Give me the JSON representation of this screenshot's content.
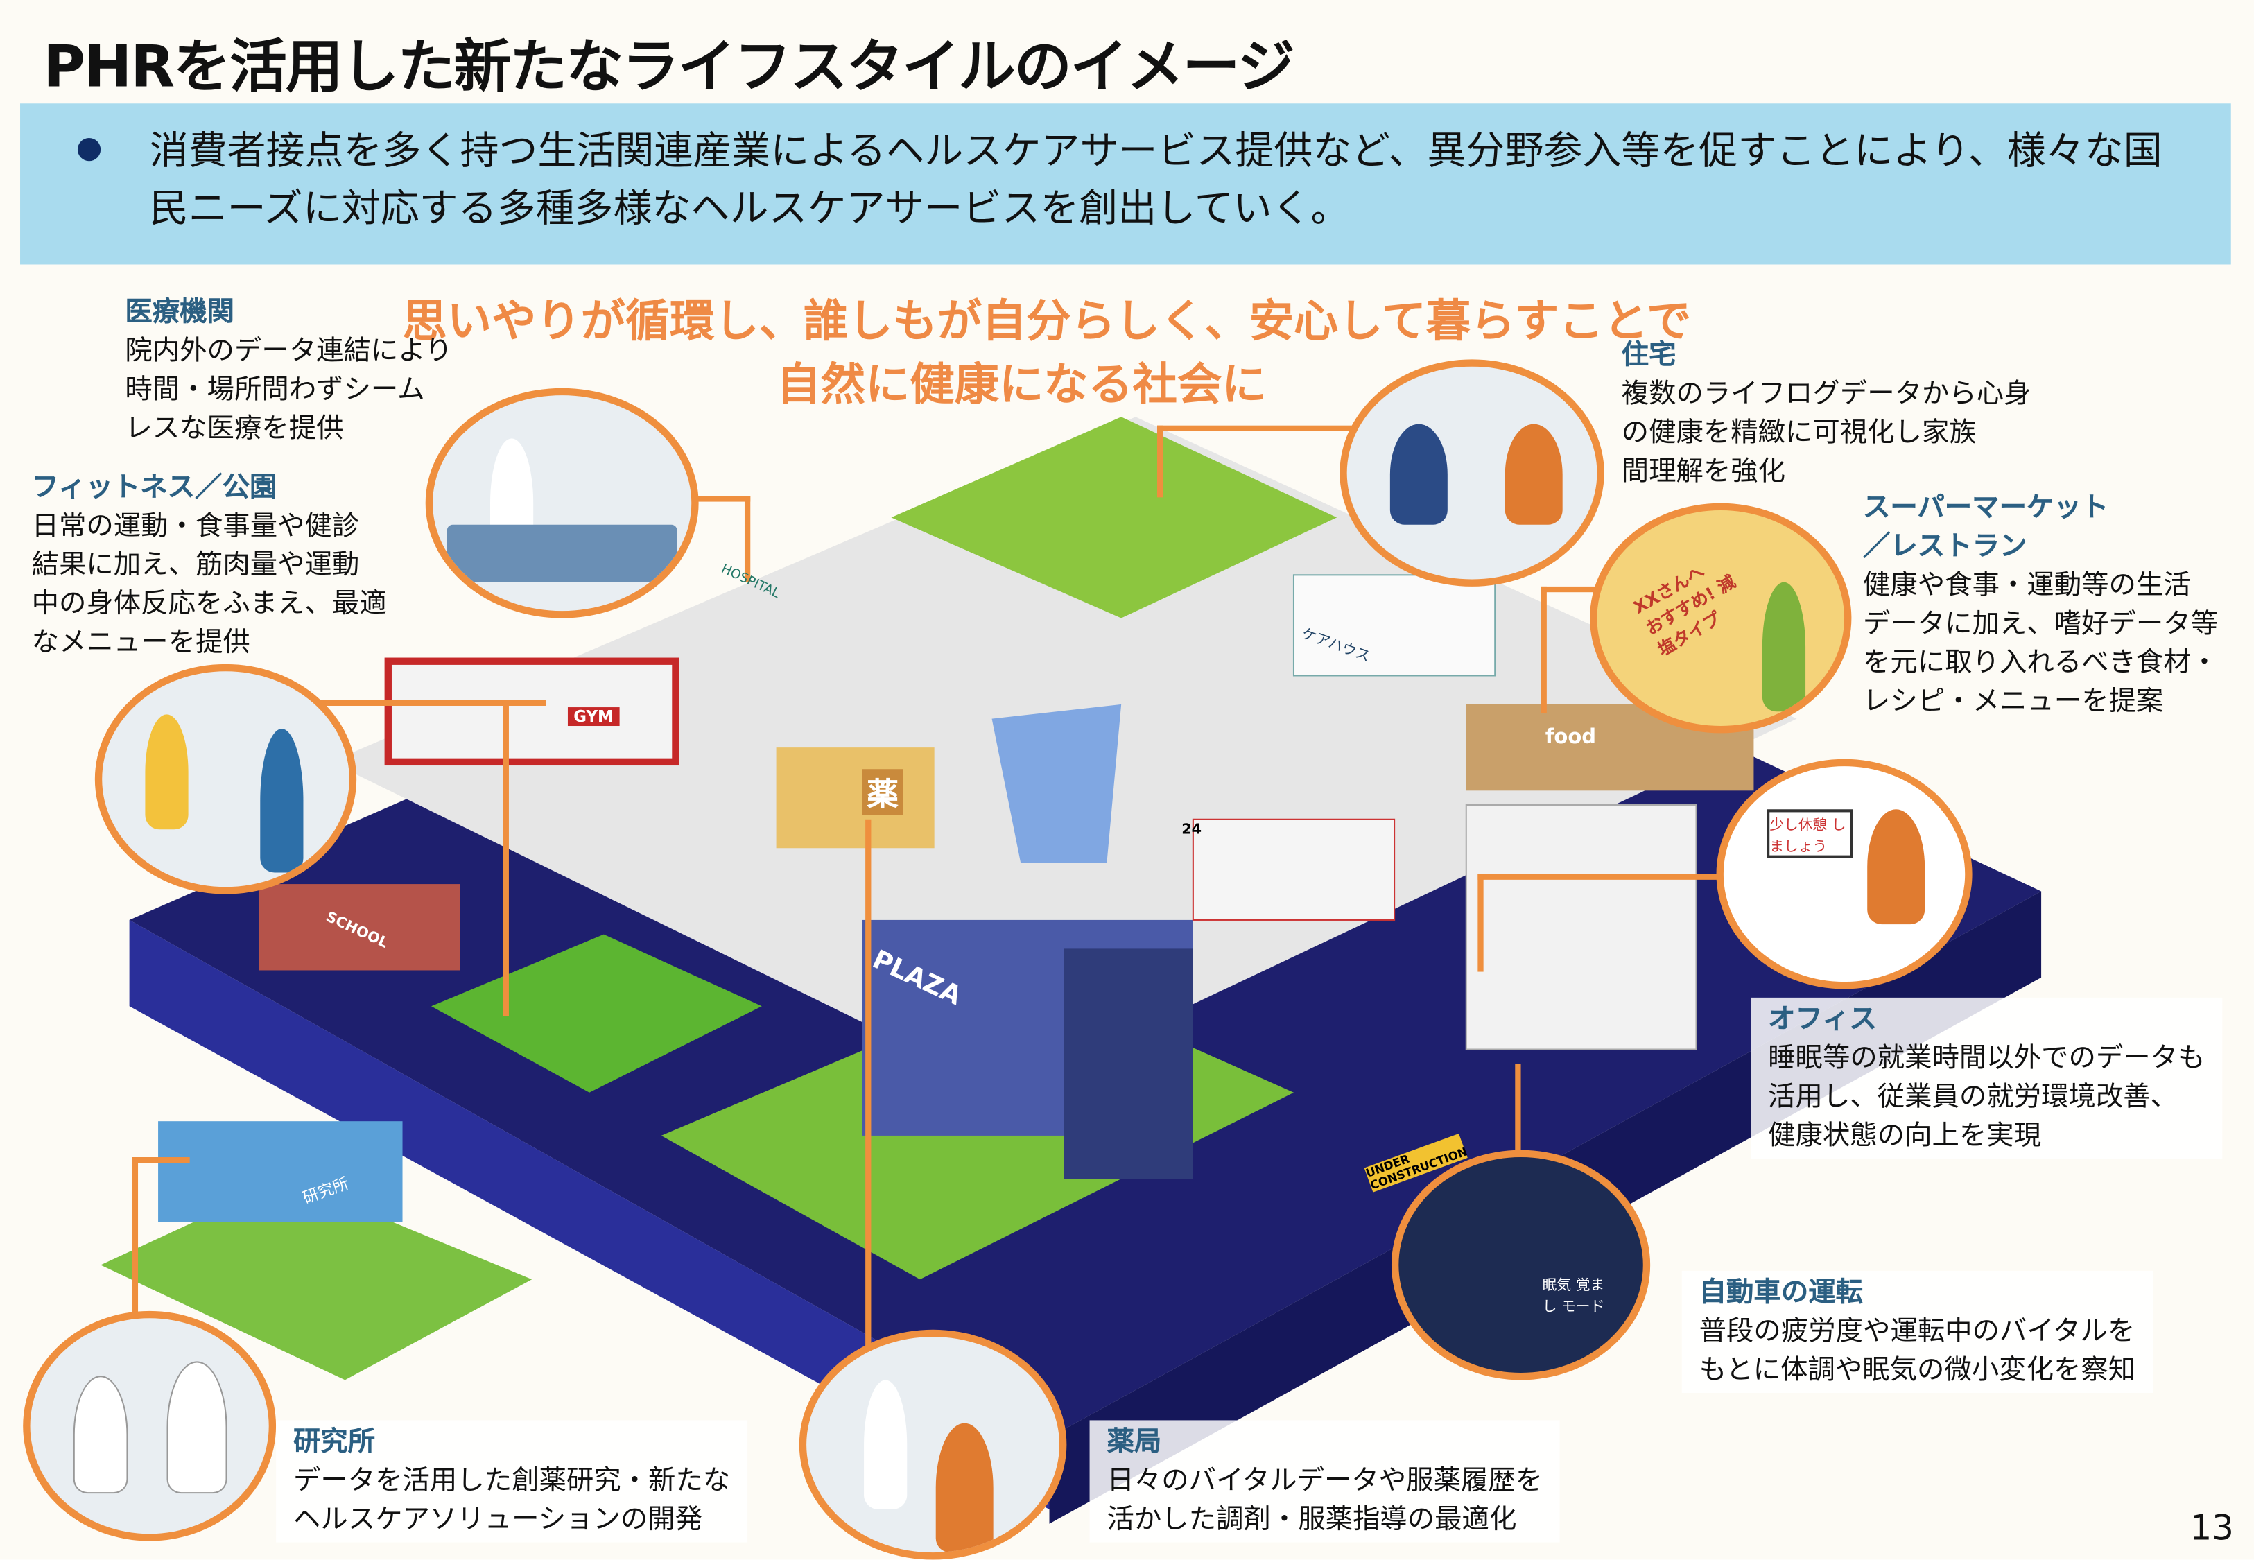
{
  "title": "PHRを活用した新たなライフスタイルのイメージ",
  "banner": {
    "text": "消費者接点を多く持つ生活関連産業によるヘルスケアサービス提供など、異分野参入等を促すことにより、様々な国民ニーズに対応する多種多様なヘルスケアサービスを創出していく。"
  },
  "slogan": {
    "line1": "思いやりが循環し、誰しもが自分らしく、安心して暮らすことで",
    "line2": "自然に健康になる社会に"
  },
  "sections": {
    "medical": {
      "heading": "医療機関",
      "lines": [
        "院内外のデータ連結により",
        "時間・場所問わずシーム",
        "レスな医療を提供"
      ]
    },
    "fitness": {
      "heading": "フィットネス／公園",
      "lines": [
        "日常の運動・食事量や健診",
        "結果に加え、筋肉量や運動",
        "中の身体反応をふまえ、最適",
        "なメニューを提供"
      ]
    },
    "housing": {
      "heading": "住宅",
      "lines": [
        "複数のライフログデータから心身",
        "の健康を精緻に可視化し家族",
        "間理解を強化"
      ]
    },
    "supermarket": {
      "heading1": "スーパーマーケット",
      "heading2": "／レストラン",
      "lines": [
        "健康や食事・運動等の生活",
        "データに加え、嗜好データ等",
        "を元に取り入れるべき食材・",
        "レシピ・メニューを提案"
      ]
    },
    "office": {
      "heading": "オフィス",
      "lines": [
        "睡眠等の就業時間以外でのデータも",
        "活用し、従業員の就労環境改善、",
        "健康状態の向上を実現"
      ]
    },
    "car": {
      "heading": "自動車の運転",
      "lines": [
        "普段の疲労度や運転中のバイタルを",
        "もとに体調や眠気の微小変化を察知"
      ]
    },
    "lab": {
      "heading": "研究所",
      "lines": [
        "データを活用した創薬研究・新たな",
        "ヘルスケアソリューションの開発"
      ]
    },
    "pharmacy": {
      "heading": "薬局",
      "lines": [
        "日々のバイタルデータや服薬履歴を",
        "活かした調剤・服薬指導の最適化"
      ]
    }
  },
  "illustration_signs": {
    "gym": "GYM",
    "school": "SCHOOL",
    "hospital": "HOSPITAL",
    "plaza": "PLAZA",
    "food": "food",
    "lab": "研究所",
    "pharmacy": "薬",
    "care": "ケアハウス",
    "store24": "24",
    "construction": "UNDER CONSTRUCTION",
    "recommend": "XXさんへ おすすめ! 減塩タイプ",
    "rest": "少し休憩 しましょう",
    "drowsy": "眠気 覚まし モード"
  },
  "colors": {
    "accent": "#ef8f3e",
    "heading": "#2b5f82",
    "banner": "#a9dbee",
    "slogan": "#ef8a45",
    "platform": "#1e1f6e"
  },
  "page_number": "13"
}
